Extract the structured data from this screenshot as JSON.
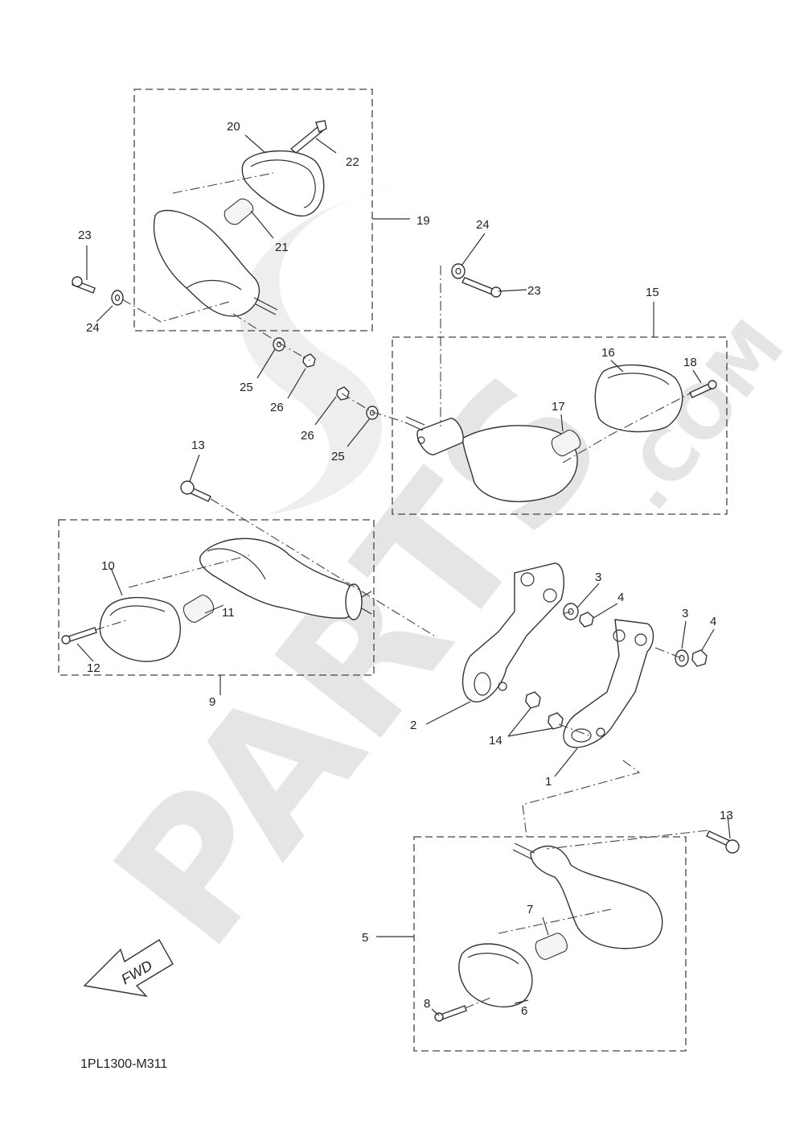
{
  "watermark": {
    "text": "PARTS",
    "suffix": ".COM"
  },
  "diagram_code": "1PL1300-M311",
  "fwd_label": "FWD",
  "callouts": [
    {
      "id": "c20",
      "text": "20"
    },
    {
      "id": "c22",
      "text": "22"
    },
    {
      "id": "c19",
      "text": "19"
    },
    {
      "id": "c21",
      "text": "21"
    },
    {
      "id": "c23a",
      "text": "23"
    },
    {
      "id": "c24a",
      "text": "24"
    },
    {
      "id": "c24b",
      "text": "24"
    },
    {
      "id": "c23b",
      "text": "23"
    },
    {
      "id": "c15",
      "text": "15"
    },
    {
      "id": "c16",
      "text": "16"
    },
    {
      "id": "c18",
      "text": "18"
    },
    {
      "id": "c17",
      "text": "17"
    },
    {
      "id": "c25a",
      "text": "25"
    },
    {
      "id": "c26a",
      "text": "26"
    },
    {
      "id": "c26b",
      "text": "26"
    },
    {
      "id": "c25b",
      "text": "25"
    },
    {
      "id": "c13a",
      "text": "13"
    },
    {
      "id": "c10",
      "text": "10"
    },
    {
      "id": "c11",
      "text": "11"
    },
    {
      "id": "c12",
      "text": "12"
    },
    {
      "id": "c9",
      "text": "9"
    },
    {
      "id": "c3a",
      "text": "3"
    },
    {
      "id": "c4a",
      "text": "4"
    },
    {
      "id": "c3b",
      "text": "3"
    },
    {
      "id": "c4b",
      "text": "4"
    },
    {
      "id": "c2",
      "text": "2"
    },
    {
      "id": "c14",
      "text": "14"
    },
    {
      "id": "c1",
      "text": "1"
    },
    {
      "id": "c13b",
      "text": "13"
    },
    {
      "id": "c7",
      "text": "7"
    },
    {
      "id": "c5",
      "text": "5"
    },
    {
      "id": "c8",
      "text": "8"
    },
    {
      "id": "c6",
      "text": "6"
    }
  ]
}
